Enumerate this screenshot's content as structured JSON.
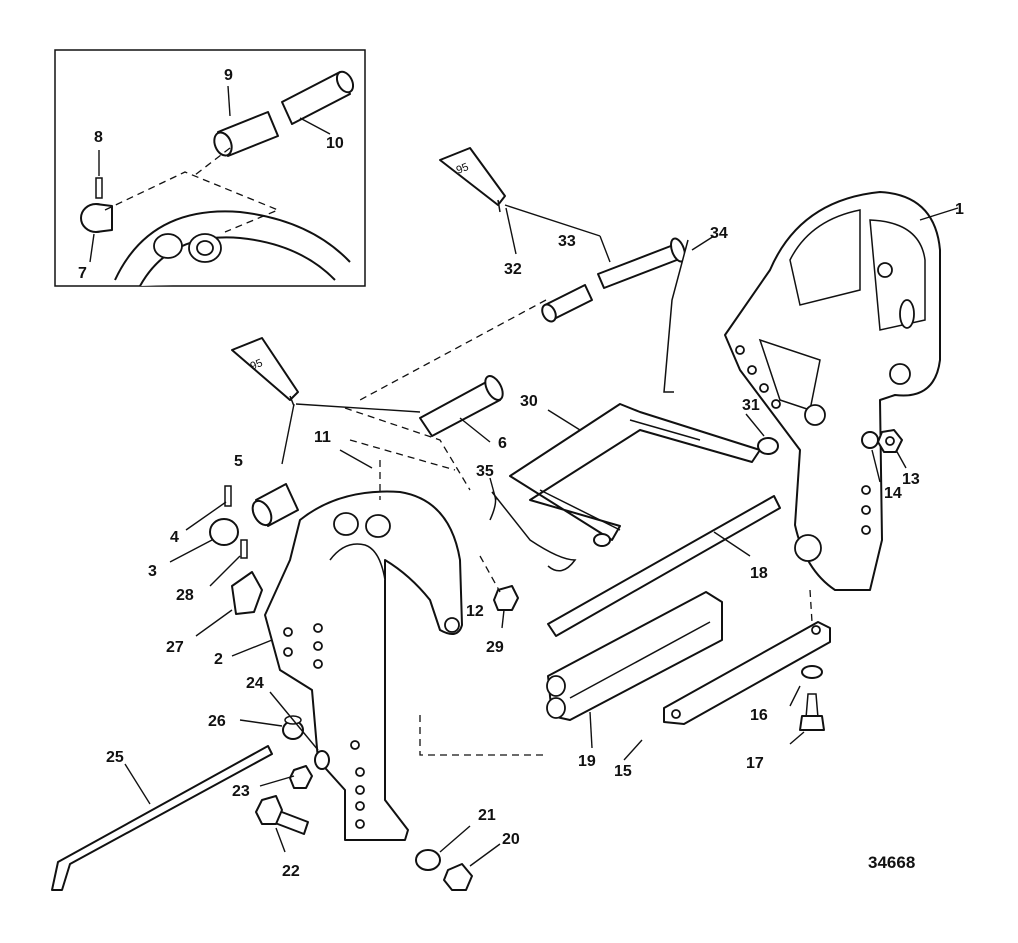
{
  "drawing_number": "34668",
  "lubricant_tubes": [
    {
      "id": "tube-upper",
      "label": "95"
    },
    {
      "id": "tube-lower",
      "label": "95"
    }
  ],
  "callouts": [
    "1",
    "2",
    "3",
    "4",
    "5",
    "6",
    "7",
    "8",
    "9",
    "10",
    "11",
    "12",
    "13",
    "14",
    "15",
    "16",
    "17",
    "18",
    "19",
    "20",
    "21",
    "22",
    "23",
    "24",
    "25",
    "26",
    "27",
    "28",
    "29",
    "30",
    "31",
    "32",
    "33",
    "34",
    "35"
  ]
}
